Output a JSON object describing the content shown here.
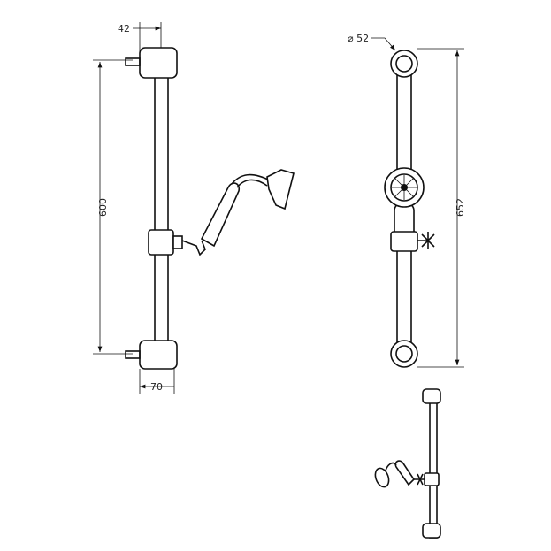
{
  "dimensions": {
    "bracket_depth": "42",
    "centers": "600",
    "projection": "70",
    "ring_diameter": "⌀ 52",
    "overall_height": "652"
  },
  "colors": {
    "line": "#111111",
    "background": "#ffffff"
  }
}
